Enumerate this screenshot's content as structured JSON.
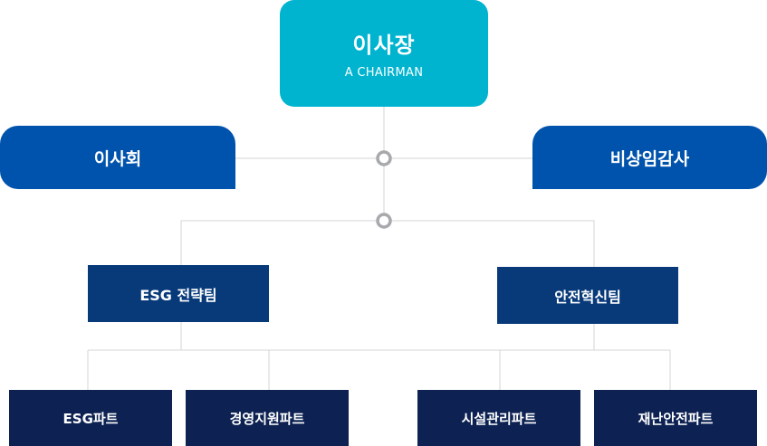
{
  "top": {
    "title": "이사장",
    "subtitle": "A CHAIRMAN"
  },
  "board": "이사회",
  "auditor": "비상임감사",
  "teams": {
    "esg": "ESG 전략팀",
    "safety": "안전혁신팀"
  },
  "parts": [
    "ESG파트",
    "경영지원파트",
    "시설관리파트",
    "재난안전파트"
  ],
  "colors": {
    "chairman": "#00b4d0",
    "upper_blue": "#0053ac",
    "team_blue": "#083a7a",
    "part_navy": "#0d2252",
    "connector_line": "#d4d4d4",
    "node_ring": "#a7a9ac"
  }
}
